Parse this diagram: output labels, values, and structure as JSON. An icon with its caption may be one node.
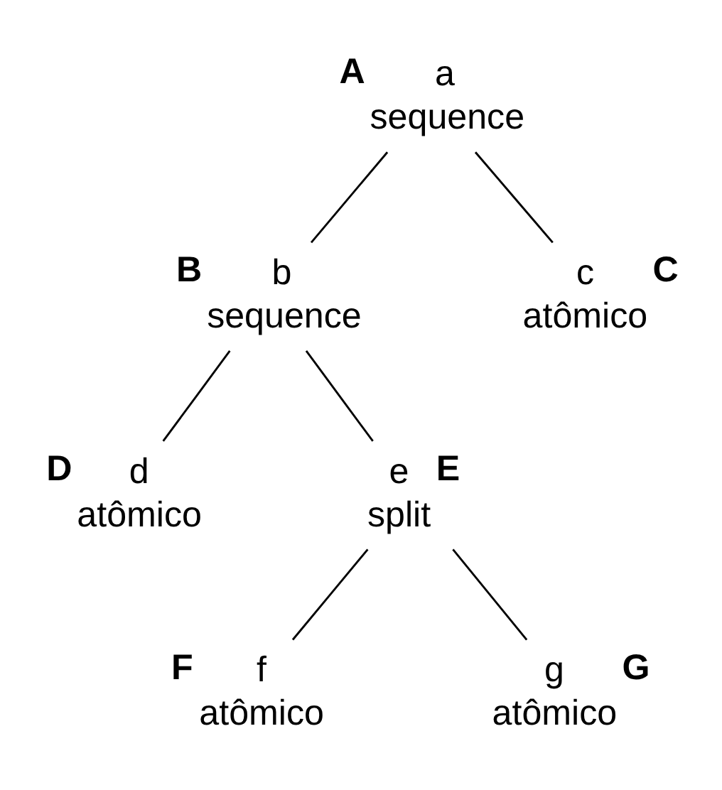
{
  "diagram": {
    "nodes": [
      {
        "text": [
          "a",
          "sequence"
        ],
        "beside": [
          "A"
        ]
      },
      {
        "text": [
          "b",
          "sequence"
        ],
        "beside": [
          "B"
        ]
      },
      {
        "text": [
          "c",
          "atômico"
        ],
        "beside": [
          "C"
        ]
      },
      {
        "text": [
          "d",
          "atômico"
        ],
        "beside": [
          "D"
        ]
      },
      {
        "text": [
          "e",
          "split"
        ],
        "beside": [
          "E"
        ]
      },
      {
        "text": [
          "f",
          "atômico"
        ],
        "beside": [
          "F"
        ]
      },
      {
        "text": [
          "g",
          "atômico"
        ],
        "beside": [
          "G"
        ]
      }
    ],
    "edges": [
      {
        "from": 0,
        "to": 1,
        "arrow": "none"
      },
      {
        "from": 0,
        "to": 2,
        "arrow": "none"
      },
      {
        "from": 1,
        "to": 3,
        "arrow": "none"
      },
      {
        "from": 1,
        "to": 4,
        "arrow": "none"
      },
      {
        "from": 4,
        "to": 5,
        "arrow": "none"
      },
      {
        "from": 4,
        "to": 6,
        "arrow": "none"
      }
    ]
  }
}
